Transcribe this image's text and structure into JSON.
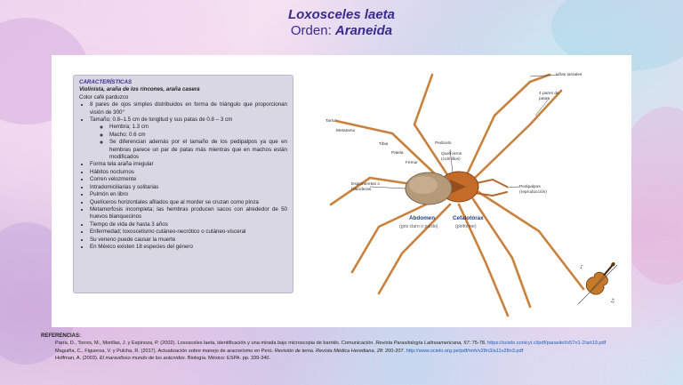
{
  "header": {
    "title": "Loxosceles laeta",
    "order_label": "Orden:",
    "order_value": "Araneida"
  },
  "characteristics": {
    "heading": "CARACTERÍSTICAS",
    "common_names": "Violinista, araña de los rincones, araña casera",
    "color": "Color café parduzco",
    "items": [
      "8 pares de ojos simples distribuidos en forma de triángulo que proporcionan visión de 300°",
      "Tamaño; 0.8–1.5 cm de longitud y sus patas de 0.8 – 3 cm",
      "Forma tela araña irregular",
      "Hábitos nocturnos",
      "Corren velozmente",
      "Intradomiciliarias y solitarias",
      "Pulmón en libro",
      "Quelíceros horizontales afilados que al morder se cruzan como pinza",
      "Metamorfosis incompleta; las hembras producen sacos con alrededor de 50 huevos blanquecinos",
      "Tiempo de vida de hasta 3 años",
      "Enfermedad; loxoscelismo cutáneo-necrótico o cutáneo-visceral",
      "Su veneno puede causar la muerte",
      "En México existen 18 especies del género"
    ],
    "size_sub": [
      "Hembra; 1.3 cm",
      "Macho; 0.6 cm",
      "Se diferencian además por el tamaño de los pedipalpos ya que en hembras parece un par de patas más mientras que en machos están modificados"
    ]
  },
  "diagram_labels": {
    "tarsal_claws": "Uñas tarsales",
    "four_pairs": "4 pares de patas",
    "tarso": "Tarso",
    "metatarso": "Metatarso",
    "tibia": "Tibia",
    "patela": "Patela",
    "femur": "Fémur",
    "pedicelo": "Pedicelo",
    "queliceros": "Quelíceros (colmillos)",
    "spinnerets": "Espinneretas o hilanderas",
    "pedipalps": "Pedipalpos (reproducción)",
    "abdomen": "Abdomen",
    "abdomen_note": "(gris claro o pardo)",
    "cephalothorax": "Cefalotórax",
    "cephalothorax_note": "(piriforme)"
  },
  "references": {
    "heading": "REFERENCIAS:",
    "items": [
      {
        "text": "Parra, D., Torres, M., Morillas, J. y Espinoza, P. (2002). Loxosceles laeta, identificación y una mirada bajo microscopia de barrido. Comunicación.",
        "journal": "Revista Parasitología Latinoamericana, 57",
        "tail": ": 75-78.",
        "link": "https://scielo.conicyt.cl/pdf/parasitol/v57n1-2/art19.pdf"
      },
      {
        "text": "Maguiña, C., Figueroa, V. y Pulcha, R. (2017). Actualización sobre manejo de aracneísmo en Perú.",
        "journal": "Revisión de tema. Revista Médica Herediana, 28",
        "tail": ": 200-207.",
        "link": "http://www.scielo.org.pe/pdf/rmh/v28n3/a11v28n3.pdf"
      },
      {
        "text": "Hoffman, A. (2003).",
        "journal": "El maravilloso mundo de los arácnidos.",
        "tail": " Biología. México: ESPA. pp. 339-340.",
        "link": ""
      }
    ]
  },
  "colors": {
    "title": "#3a2b8f",
    "panel": "#d9d7e4",
    "link": "#1f5bb5",
    "spider_legs": "#c9813e"
  }
}
